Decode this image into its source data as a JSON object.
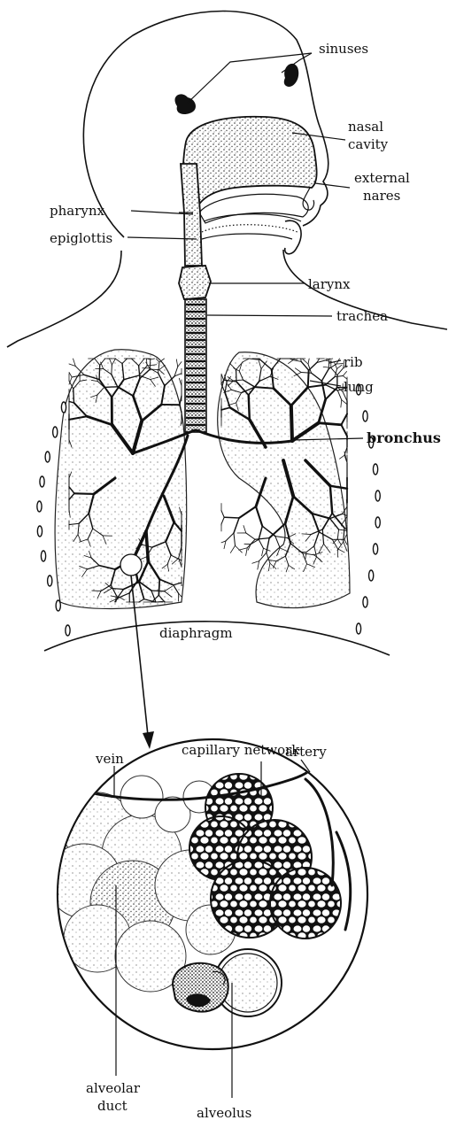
{
  "labels": {
    "sinuses": "sinuses",
    "nasal_cavity_1": "nasal",
    "nasal_cavity_2": "cavity",
    "external_nares_1": "external",
    "external_nares_2": "nares",
    "pharynx": "pharynx",
    "epiglottis": "epiglottis",
    "larynx": "larynx",
    "trachea": "trachea",
    "rib": "rib",
    "lung": "lung",
    "bronchus": "bronchus",
    "diaphragm": "diaphragm",
    "capillary_network": "capillary network",
    "vein": "vein",
    "artery": "artery",
    "alveolar_duct_1": "alveolar",
    "alveolar_duct_2": "duct",
    "alveolus": "alveolus"
  }
}
